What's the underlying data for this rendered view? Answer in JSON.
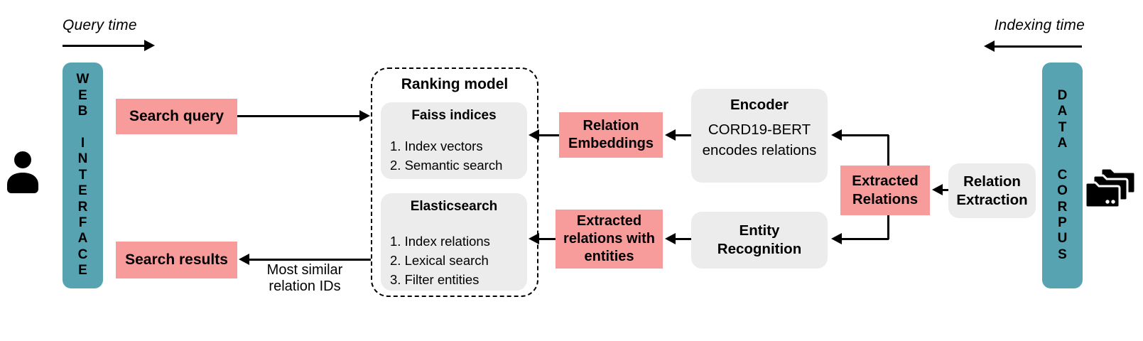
{
  "palette": {
    "teal": "#57a3b2",
    "pink": "#f89b9b",
    "gray": "#ececec",
    "line": "#000000"
  },
  "left": {
    "query_time_label": "Query time",
    "web_interface_letters": [
      "W",
      "E",
      "B",
      "",
      "I",
      "N",
      "T",
      "E",
      "R",
      "F",
      "A",
      "C",
      "E"
    ],
    "search_query": "Search query",
    "search_results": "Search results",
    "user_icon": "person-icon"
  },
  "ranking": {
    "title": "Ranking model",
    "faiss": {
      "title": "Faiss indices",
      "items": [
        "1. Index vectors",
        "2. Semantic search"
      ]
    },
    "elasticsearch": {
      "title": "Elasticsearch",
      "items": [
        "1. Index relations",
        "2. Lexical search",
        "3. Filter entities"
      ]
    },
    "output_label": [
      "Most similar",
      "relation IDs"
    ]
  },
  "middle": {
    "relation_embeddings": [
      "Relation",
      "Embeddings"
    ],
    "encoder": {
      "title": "Encoder",
      "body": [
        "CORD19-BERT",
        "encodes relations"
      ]
    },
    "extracted_relations_with_entities": [
      "Extracted",
      "relations with",
      "entities"
    ],
    "entity_recognition": [
      "Entity",
      "Recognition"
    ]
  },
  "right": {
    "extracted_relations": [
      "Extracted",
      "Relations"
    ],
    "relation_extraction": [
      "Relation",
      "Extraction"
    ],
    "indexing_time_label": "Indexing time",
    "data_corpus_letters": [
      "D",
      "A",
      "T",
      "A",
      "",
      "C",
      "O",
      "R",
      "P",
      "U",
      "S"
    ],
    "corpus_icon": "folder-stack-icon"
  }
}
